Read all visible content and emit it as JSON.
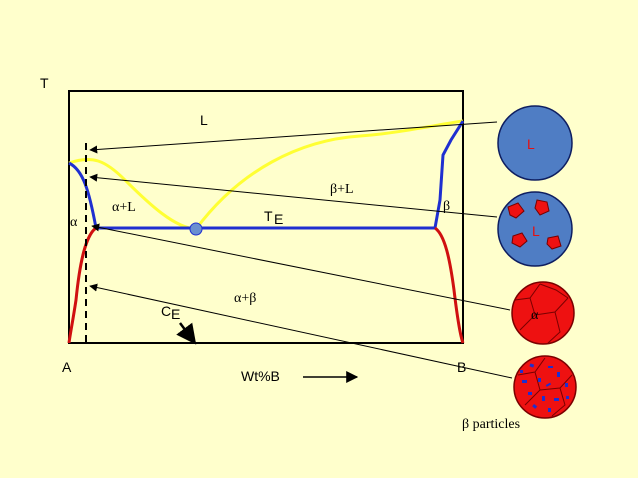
{
  "diagram": {
    "axis_t": "T",
    "axis_a": "A",
    "axis_b": "B",
    "axis_x": "Wt%B",
    "region_l": "L",
    "region_alpha_l": "α+L",
    "region_beta_l": "β+L",
    "region_alpha": "α",
    "region_beta": "β",
    "region_alpha_beta": "α+β",
    "eutectic_t": "T",
    "eutectic_t_sub": "E",
    "comp_c": "C",
    "comp_c_sub": "E"
  },
  "micro": {
    "liquid_label": "L",
    "alpha_l_label": "L",
    "alpha_label": "α",
    "beta_particles_label": "β particles"
  },
  "colors": {
    "background": "#FFFFCC",
    "liquidus": "#FFFF33",
    "solidus": "#1F2FD0",
    "solvus": "#D01010",
    "circle_blue": "#4F7DC4",
    "circle_red": "#EE1111"
  }
}
